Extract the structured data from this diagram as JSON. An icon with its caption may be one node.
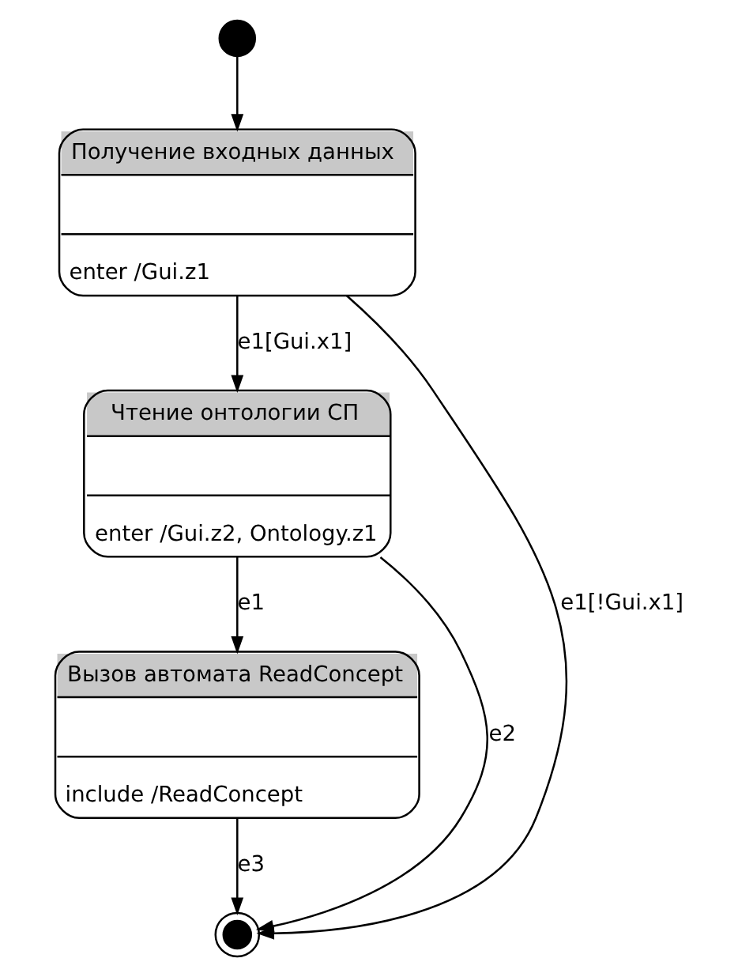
{
  "diagram": {
    "nodes": [
      {
        "text": [],
        "shape": "circle"
      },
      {
        "text": [
          "Получение входных данных",
          "enter /Gui.z1"
        ]
      },
      {
        "text": [
          "Чтение онтологии СП",
          "enter /Gui.z2, Ontology.z1"
        ]
      },
      {
        "text": [
          "Вызов автомата ReadConcept",
          "include /ReadConcept"
        ]
      },
      {
        "text": [],
        "shape": "circle"
      }
    ],
    "edges": [
      {
        "from": 0,
        "to": 1,
        "arrow": "to"
      },
      {
        "from": 1,
        "to": 2,
        "arrow": "to",
        "label": "e1[Gui.x1]"
      },
      {
        "from": 2,
        "to": 3,
        "arrow": "to",
        "label": "e1"
      },
      {
        "from": 3,
        "to": 4,
        "arrow": "to",
        "label": "e3"
      },
      {
        "from": 2,
        "to": 4,
        "arrow": "to",
        "label": "e2"
      },
      {
        "from": 1,
        "to": 4,
        "arrow": "to",
        "label": "e1[!Gui.x1]"
      }
    ]
  }
}
